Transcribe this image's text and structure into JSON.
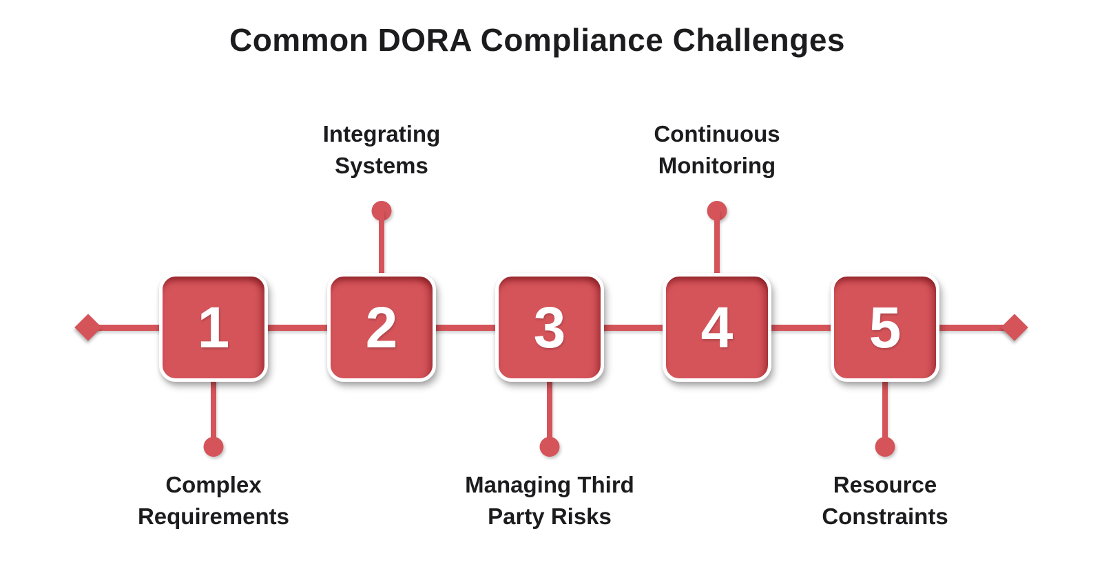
{
  "title": "Common DORA Compliance Challenges",
  "colors": {
    "accent": "#d5545a",
    "text": "#1c1c1e",
    "number": "#ffffff"
  },
  "timeline": {
    "start_icon": "diamond",
    "end_icon": "diamond"
  },
  "items": [
    {
      "number": "1",
      "label": "Complex Requirements",
      "label_position": "below"
    },
    {
      "number": "2",
      "label": "Integrating Systems",
      "label_position": "above"
    },
    {
      "number": "3",
      "label": "Managing Third Party Risks",
      "label_position": "below"
    },
    {
      "number": "4",
      "label": "Continuous Monitoring",
      "label_position": "above"
    },
    {
      "number": "5",
      "label": "Resource Constraints",
      "label_position": "below"
    }
  ]
}
